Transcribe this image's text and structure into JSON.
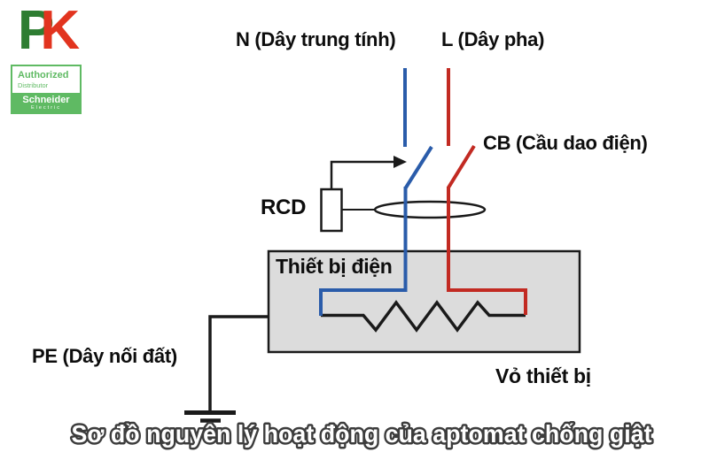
{
  "logo": {
    "p": "P",
    "k": "K",
    "badge_line1": "Authorized",
    "badge_line2": "Distributor",
    "brand_name": "Schneider",
    "brand_sub": "Electric"
  },
  "labels": {
    "neutral": "N (Dây trung tính)",
    "live": "L (Dây pha)",
    "breaker": "CB (Cầu dao điện)",
    "rcd": "RCD",
    "device": "Thiết bị điện",
    "enclosure": "Vỏ thiết bị",
    "earth": "PE (Dây nối đất)"
  },
  "caption": "Sơ đồ nguyên lý hoạt động của aptomat chống giật",
  "colors": {
    "neutral_wire": "#2a5caa",
    "live_wire": "#c22a22",
    "diagram_line": "#1a1a1a",
    "device_fill": "#dcdcdc",
    "logo_green": "#2e7d32",
    "logo_red": "#e2341f",
    "badge_green": "#5fba63",
    "caption_fill": "#ffffff",
    "caption_outline": "#3c3c3c"
  }
}
